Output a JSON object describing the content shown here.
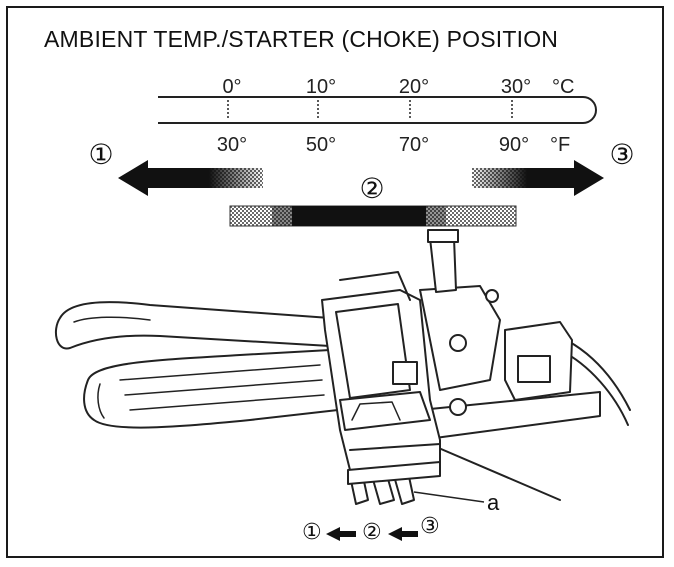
{
  "title": "AMBIENT TEMP./STARTER (CHOKE) POSITION",
  "scale": {
    "celsius": [
      "0°",
      "10°",
      "20°",
      "30°"
    ],
    "fahrenheit": [
      "30°",
      "50°",
      "70°",
      "90°"
    ],
    "celsius_unit": "°C",
    "fahrenheit_unit": "°F"
  },
  "positions": {
    "p1": "①",
    "p2": "②",
    "p3": "③"
  },
  "callout_label": "a",
  "lever_sequence": {
    "p1": "①",
    "p2": "②",
    "p3": "③"
  },
  "colors": {
    "ink": "#111111",
    "stipple": "#9a9a9a"
  }
}
